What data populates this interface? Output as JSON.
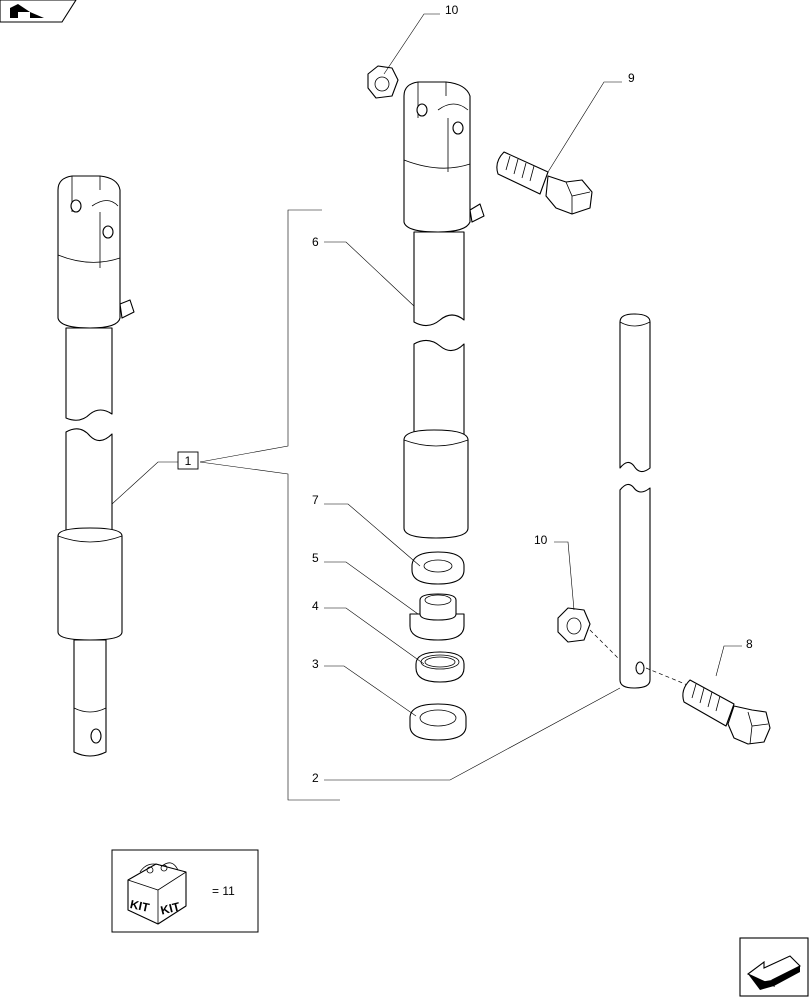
{
  "callouts": {
    "c1": "1",
    "c2": "2",
    "c3": "3",
    "c4": "4",
    "c5": "5",
    "c6": "6",
    "c7": "7",
    "c8": "8",
    "c9": "9",
    "c10a": "10",
    "c10b": "10"
  },
  "kit": {
    "label_left": "KIT",
    "label_right": "KIT",
    "quantity_text": "= 11"
  },
  "nav": {
    "top_left_icon": "previous-page-arrow-icon",
    "bottom_right_icon": "next-page-arrow-icon"
  }
}
